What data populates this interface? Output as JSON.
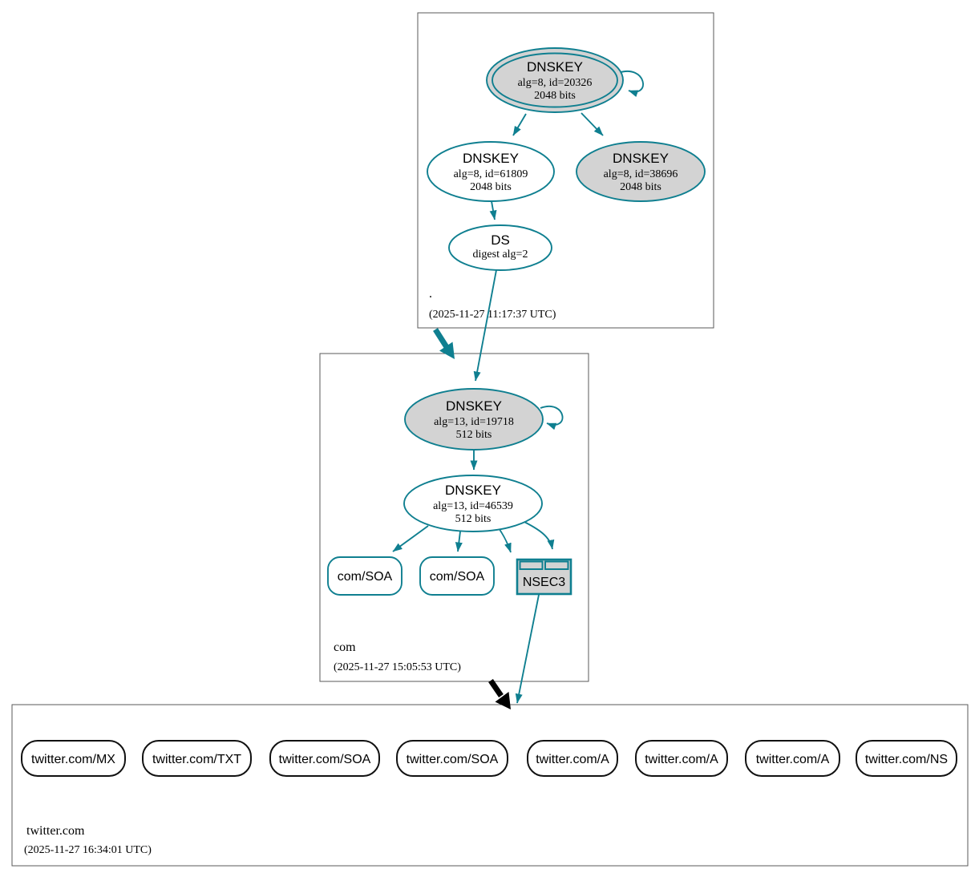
{
  "colors": {
    "secure_teal": "#0f7f90",
    "insecure_black": "#000000",
    "key_fill": "#d3d3d3",
    "border_gray": "#5a5a5a"
  },
  "zone_root": {
    "label": ".",
    "timestamp": "(2025-11-27 11:17:37 UTC)",
    "ksk": {
      "title": "DNSKEY",
      "detail": "alg=8, id=20326",
      "bits": "2048 bits"
    },
    "zsk": {
      "title": "DNSKEY",
      "detail": "alg=8, id=61809",
      "bits": "2048 bits"
    },
    "key2": {
      "title": "DNSKEY",
      "detail": "alg=8, id=38696",
      "bits": "2048 bits"
    },
    "ds": {
      "title": "DS",
      "detail": "digest alg=2"
    }
  },
  "zone_com": {
    "label": "com",
    "timestamp": "(2025-11-27 15:05:53 UTC)",
    "ksk": {
      "title": "DNSKEY",
      "detail": "alg=13, id=19718",
      "bits": "512 bits"
    },
    "zsk": {
      "title": "DNSKEY",
      "detail": "alg=13, id=46539",
      "bits": "512 bits"
    },
    "soa1": "com/SOA",
    "soa2": "com/SOA",
    "nsec3": "NSEC3"
  },
  "zone_twitter": {
    "label": "twitter.com",
    "timestamp": "(2025-11-27 16:34:01 UTC)",
    "rrsets": [
      "twitter.com/MX",
      "twitter.com/TXT",
      "twitter.com/SOA",
      "twitter.com/SOA",
      "twitter.com/A",
      "twitter.com/A",
      "twitter.com/A",
      "twitter.com/NS"
    ]
  }
}
